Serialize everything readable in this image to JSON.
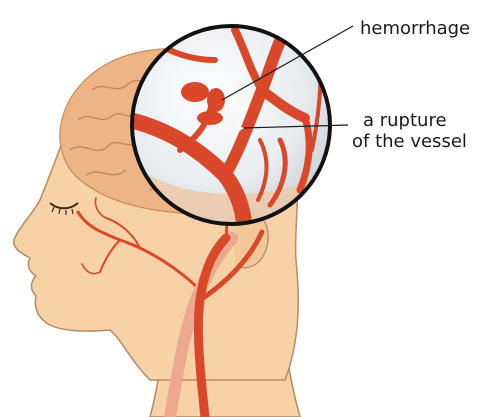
{
  "labels": {
    "hemorrhage": "hemorrhage",
    "rupture_line1": "a rupture",
    "rupture_line2": "of the vessel"
  },
  "colors": {
    "skin": "#f6d2a6",
    "skin_outline": "#b58a63",
    "brain": "#edb485",
    "artery": "#d9482b",
    "artery_light": "#eda890",
    "magnifier_rim": "#111111",
    "magnifier_glass": "#e8ecef"
  },
  "icons": {
    "magnifier": "magnifier-lens-icon",
    "closed_eye": "closed-eye-icon"
  }
}
